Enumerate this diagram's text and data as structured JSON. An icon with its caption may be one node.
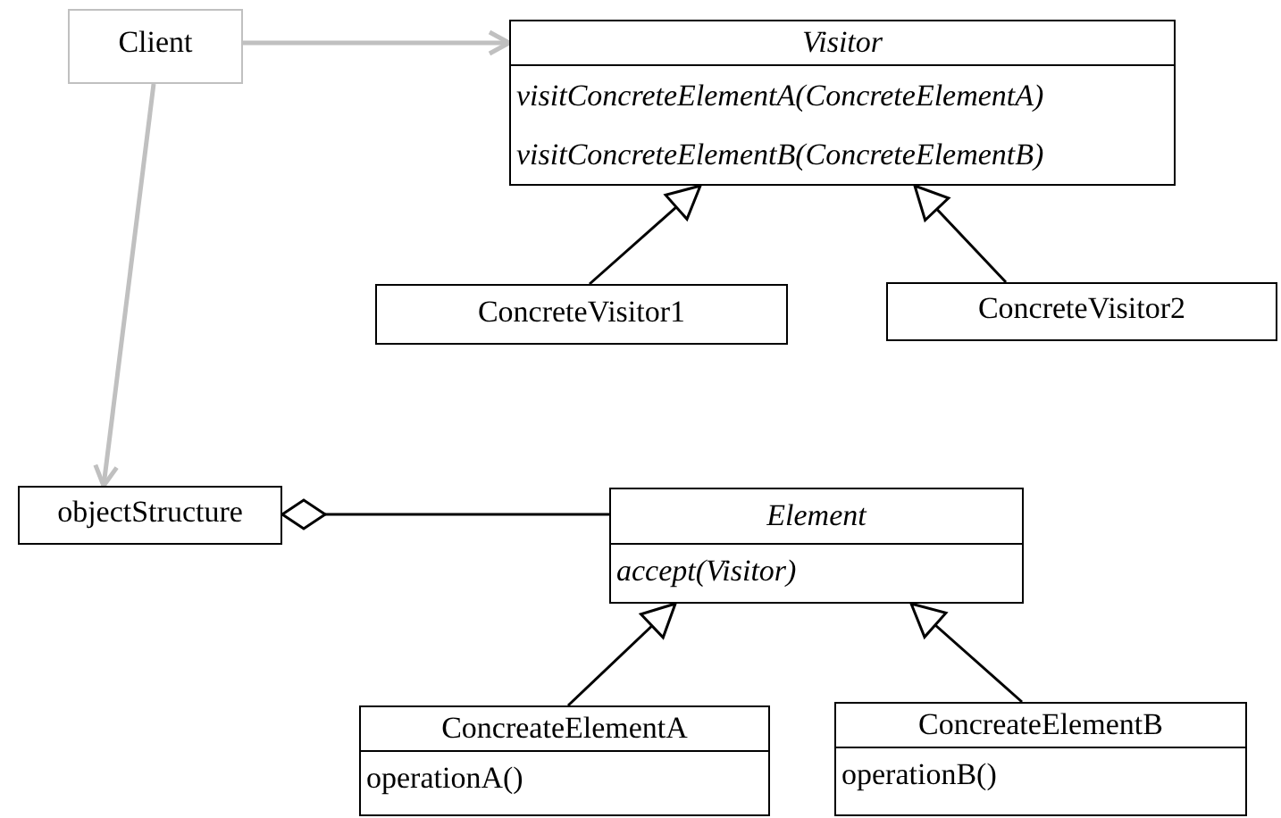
{
  "diagram": {
    "nodes": [
      {
        "text": [
          "Client"
        ]
      },
      {
        "text": [
          "Visitor",
          "visitConcreteElementA(ConcreteElementA)",
          "visitConcreteElementB(ConcreteElementB)"
        ]
      },
      {
        "text": [
          "ConcreteVisitor1"
        ]
      },
      {
        "text": [
          "ConcreteVisitor2"
        ]
      },
      {
        "text": [
          "objectStructure"
        ]
      },
      {
        "text": [
          "Element",
          "accept(Visitor)"
        ]
      },
      {
        "text": [
          "ConcreateElementA",
          "operationA()"
        ]
      },
      {
        "text": [
          "ConcreateElementB",
          "operationB()"
        ]
      }
    ],
    "edges": [
      {
        "from": 0,
        "to": 1,
        "arrow": "to",
        "color": "#c0c0c0"
      },
      {
        "from": 0,
        "to": 4,
        "arrow": "to",
        "color": "#c0c0c0"
      },
      {
        "from": 2,
        "to": 1,
        "arrow": "to"
      },
      {
        "from": 3,
        "to": 1,
        "arrow": "to"
      },
      {
        "from": 4,
        "to": 5,
        "arrow": "other"
      },
      {
        "from": 6,
        "to": 5,
        "arrow": "to"
      },
      {
        "from": 7,
        "to": 5,
        "arrow": "to"
      }
    ]
  }
}
